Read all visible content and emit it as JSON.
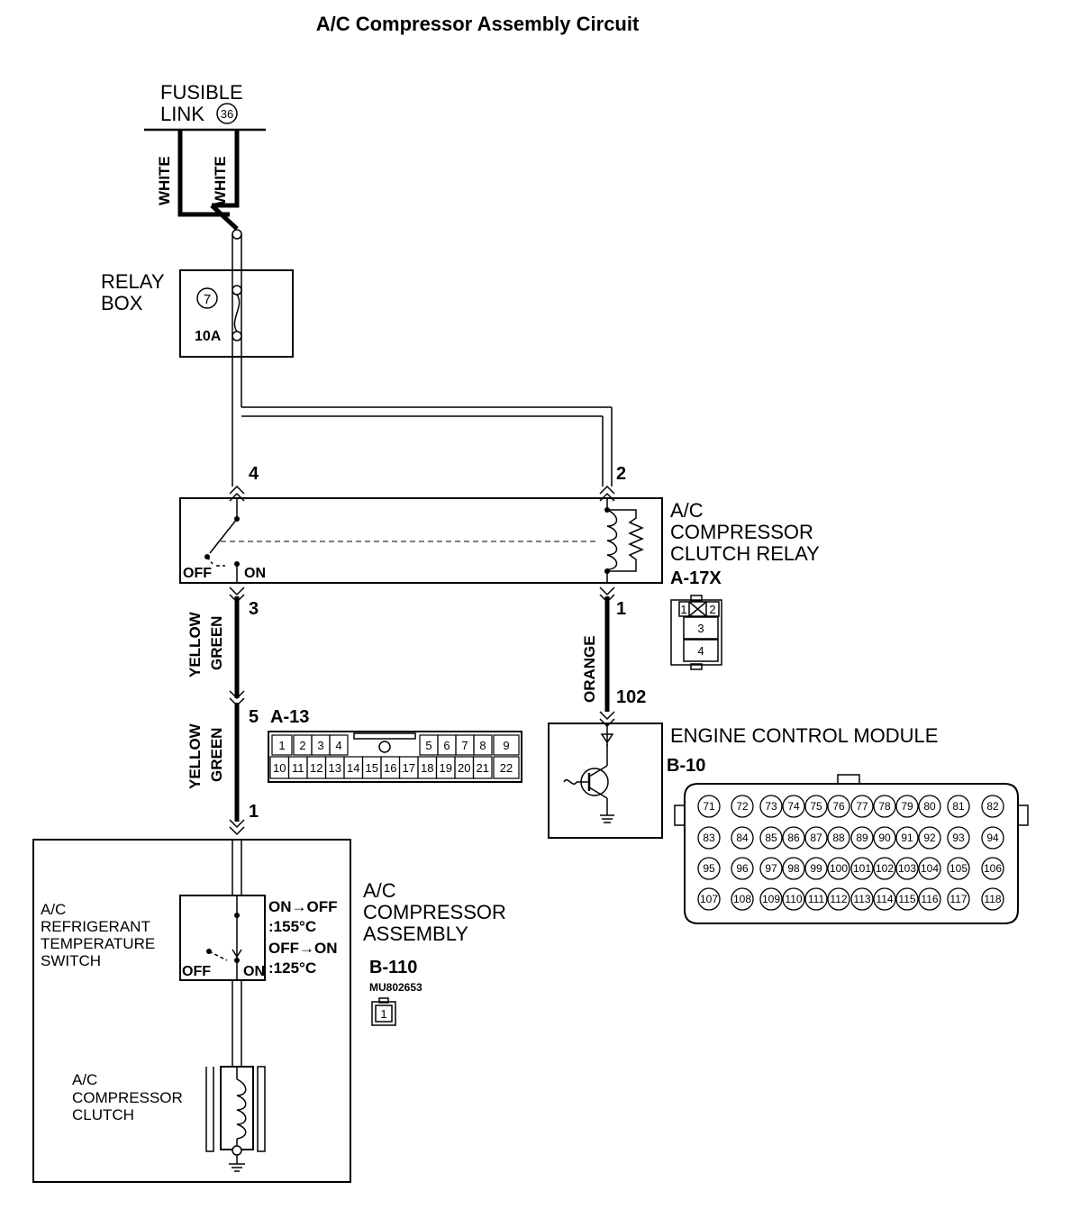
{
  "title": "A/C Compressor Assembly Circuit",
  "fusible_link": {
    "line1": "FUSIBLE",
    "line2": "LINK",
    "number": "36"
  },
  "wires": {
    "white_left": "WHITE",
    "white_right": "WHITE",
    "yellow1": "YELLOW",
    "green1": "GREEN",
    "yellow2": "YELLOW",
    "green2": "GREEN",
    "orange": "ORANGE"
  },
  "relay_box": {
    "line1": "RELAY",
    "line2": "BOX",
    "fuse_number": "7",
    "fuse_rating": "10A"
  },
  "relay": {
    "line1": "A/C",
    "line2": "COMPRESSOR",
    "line3": "CLUTCH RELAY",
    "connector": "A-17X",
    "pin_4": "4",
    "pin_2": "2",
    "pin_3": "3",
    "pin_1": "1",
    "off": "OFF",
    "on": "ON",
    "conn_pins": [
      "1",
      "2",
      "3",
      "4"
    ]
  },
  "a13": {
    "pin5": "5",
    "label": "A-13",
    "top_pins": [
      "1",
      "2",
      "3",
      "4",
      "5",
      "6",
      "7",
      "8",
      "9"
    ],
    "bottom_pins": [
      "10",
      "11",
      "12",
      "13",
      "14",
      "15",
      "16",
      "17",
      "18",
      "19",
      "20",
      "21",
      "22"
    ]
  },
  "ecm": {
    "pin102": "102",
    "name": "ENGINE CONTROL MODULE",
    "connector": "B-10",
    "rows": [
      [
        "71",
        "72",
        "73",
        "74",
        "75",
        "76",
        "77",
        "78",
        "79",
        "80",
        "81",
        "82"
      ],
      [
        "83",
        "84",
        "85",
        "86",
        "87",
        "88",
        "89",
        "90",
        "91",
        "92",
        "93",
        "94"
      ],
      [
        "95",
        "96",
        "97",
        "98",
        "99",
        "100",
        "101",
        "102",
        "103",
        "104",
        "105",
        "106"
      ],
      [
        "107",
        "108",
        "109",
        "110",
        "111",
        "112",
        "113",
        "114",
        "115",
        "116",
        "117",
        "118"
      ]
    ]
  },
  "compressor": {
    "pin1": "1",
    "line1": "A/C",
    "line2": "COMPRESSOR",
    "line3": "ASSEMBLY",
    "connector": "B-110",
    "part_code": "MU802653",
    "conn_pin": "1",
    "switch_line1": "A/C",
    "switch_line2": "REFRIGERANT",
    "switch_line3": "TEMPERATURE",
    "switch_line4": "SWITCH",
    "on_off": "ON→OFF",
    "temp1": ":155°C",
    "off_on": "OFF→ON",
    "temp2": ":125°C",
    "off": "OFF",
    "on": "ON",
    "clutch_line1": "A/C",
    "clutch_line2": "COMPRESSOR",
    "clutch_line3": "CLUTCH"
  }
}
